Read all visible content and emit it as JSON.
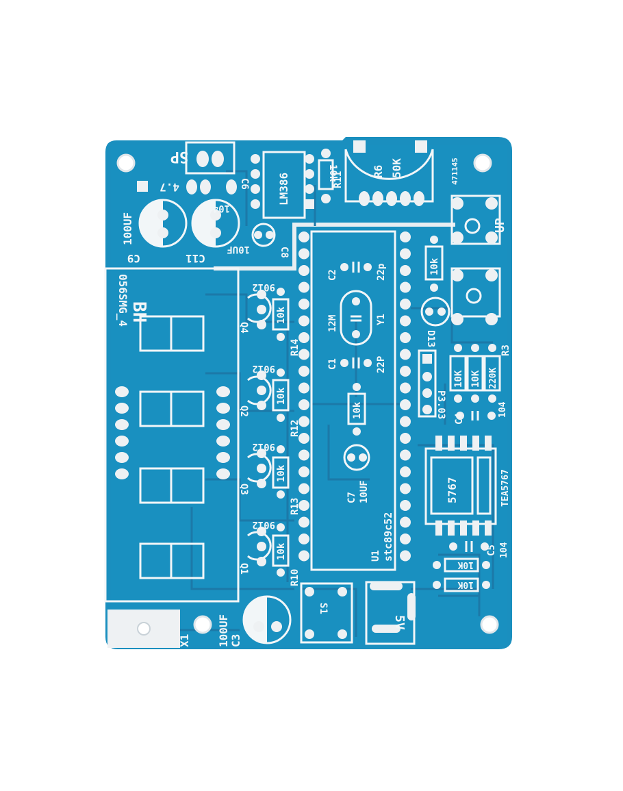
{
  "board": {
    "colors": {
      "background": "#ffffff",
      "solder_mask": "#1a8fbf",
      "silkscreen": "#f2f6f8",
      "pad": "#eef1f3"
    },
    "labels": {
      "sp": "SP",
      "lm386": "LM386",
      "r6": "R6",
      "r6_value": "50K",
      "code": "471145",
      "c6": "C6",
      "c6_value": "104",
      "c9_cap_value": "4.7",
      "c9": "C9",
      "c11": "C11",
      "cap_100uf": "100UF",
      "c8": "C8",
      "cap_10uf": "10UF",
      "r11": "R11",
      "r11_value": "10k",
      "up": "UP",
      "display": "056SMG_4",
      "display_code": "BH",
      "q4": "Q4",
      "q3": "Q3",
      "q2": "Q2",
      "q1": "Q1",
      "transistor": "9012",
      "r14": "R14",
      "r12": "R12",
      "r13": "R13",
      "r10": "R10",
      "res_10k": "10k",
      "res_10K": "10K",
      "c2": "C2",
      "c1": "C1",
      "cap_22p": "22p",
      "cap_22P": "22P",
      "crystal": "12M",
      "y1": "Y1",
      "c7": "C7",
      "c7_value": "10UF",
      "u1": "U1",
      "mcu": "stc89c52",
      "d13": "D13",
      "p303": "P3.03",
      "c4": "C4",
      "cap_104": "104",
      "r3": "R3",
      "r3_value": "220K",
      "chip_5767": "5767",
      "tea5767": "TEA5767",
      "c5": "C5",
      "x1": "X1",
      "c3": "C3",
      "c3_value": "100UF",
      "s1": "S1",
      "dc_5v": "5V"
    }
  }
}
